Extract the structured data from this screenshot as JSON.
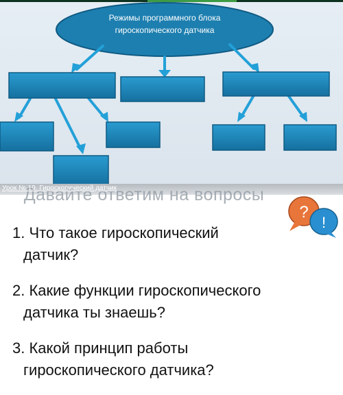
{
  "video": {
    "caption": "Урок № 19. Гироскопический датчик"
  },
  "slide_top": {
    "title_line1": "Режимы программного блока",
    "title_line2": "гироскопического датчика"
  },
  "slide_bottom": {
    "heading": "Давайте ответим на вопросы",
    "icon_symbols": {
      "question": "?",
      "exclamation": "!"
    },
    "questions": [
      {
        "number": "1.",
        "line1": "Что такое гироскопический",
        "line2": "датчик?"
      },
      {
        "number": "2.",
        "line1": "Какие функции гироскопического",
        "line2": "датчика ты знаешь?"
      },
      {
        "number": "3.",
        "line1": "Какой принцип работы",
        "line2": "гироскопического датчика?"
      }
    ]
  },
  "colors": {
    "ellipse": "#1d7fb0",
    "box": "#1e8bbf",
    "arrow": "#23a0d8",
    "question_bubble": "#e8753a",
    "exclamation_bubble": "#2a8fd0"
  }
}
